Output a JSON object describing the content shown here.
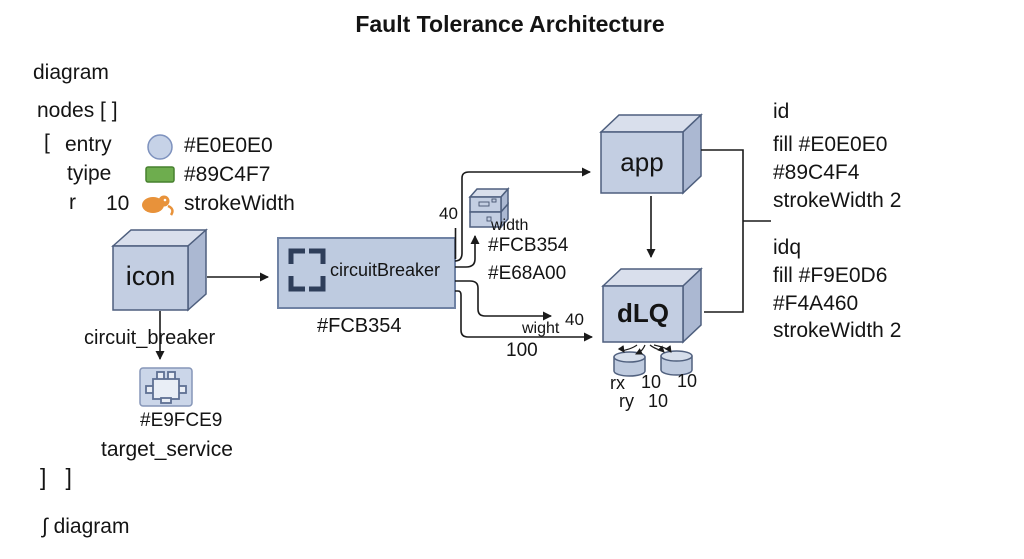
{
  "title": "Fault Tolerance Architecture",
  "config": {
    "header1": "diagram",
    "header2": "nodes [ ]",
    "open_bracket": "[",
    "rows": [
      {
        "key": "entry",
        "swatch": "circle-icon",
        "value": "#E0E0E0"
      },
      {
        "key": "tyipe",
        "swatch": "green-rect-icon",
        "value": "#89C4F7"
      },
      {
        "key": "r",
        "extra": "10",
        "swatch": "orange-blob-icon",
        "value": "strokeWidth"
      }
    ],
    "close_brackets": "]   ]",
    "footer": "∫ diagram"
  },
  "nodes": {
    "icon_label": "icon",
    "icon_sub": "circuit_breaker",
    "circuit_breaker_label": "circuitBreaker",
    "circuit_breaker_color": "#FCB354",
    "app_label": "app",
    "dlq_label": "dLQ",
    "chip_color": "#E9FCE9",
    "chip_sub": "target_service"
  },
  "edge_labels": {
    "top_gap": "40",
    "width": "width",
    "width_color1": "#FCB354",
    "width_color2": "#E68A00",
    "wight": "wight",
    "wight_val": "40",
    "hundred": "100",
    "rx": "rx",
    "rx_v1": "10",
    "rx_v2": "10",
    "ry": "ry",
    "ry_v": "10"
  },
  "right_panel": {
    "groups": [
      {
        "title": "id",
        "lines": [
          "fill #E0E0E0",
          "#89C4F4",
          "strokeWidth 2"
        ]
      },
      {
        "title": "idq",
        "lines": [
          "fill #F9E0D6",
          "#F4A460",
          "strokeWidth 2"
        ]
      }
    ]
  },
  "palette": {
    "box_front": "#C3CEE2",
    "box_top": "#D9DFEC",
    "box_side": "#ABB8D2",
    "box_stroke": "#4E5F7E",
    "cb_fill": "#BECBE0",
    "green_swatch": "#6EAD4E",
    "orange_icon": "#E8923A",
    "line": "#1A1A1A"
  }
}
